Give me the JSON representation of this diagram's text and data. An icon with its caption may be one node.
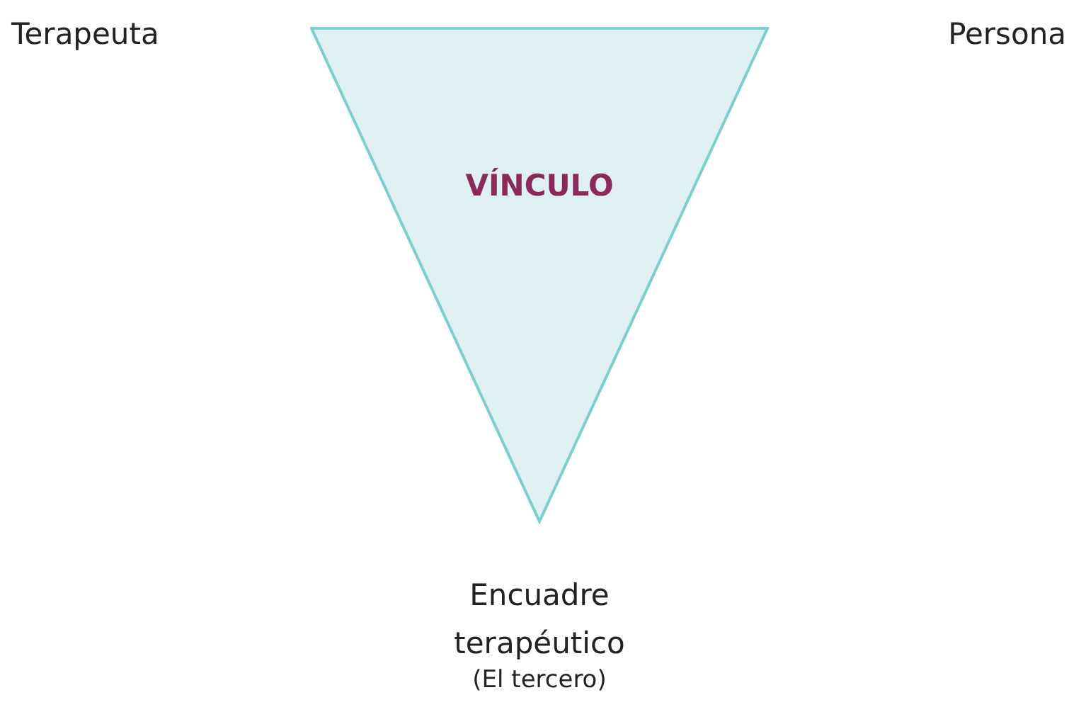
{
  "diagram": {
    "nodes": [
      {
        "text": [
          "VÍNCULO"
        ]
      }
    ],
    "labels": [
      "Terapeuta",
      "Persona",
      "Encuadre terapéutico",
      "(El tercero)"
    ]
  }
}
